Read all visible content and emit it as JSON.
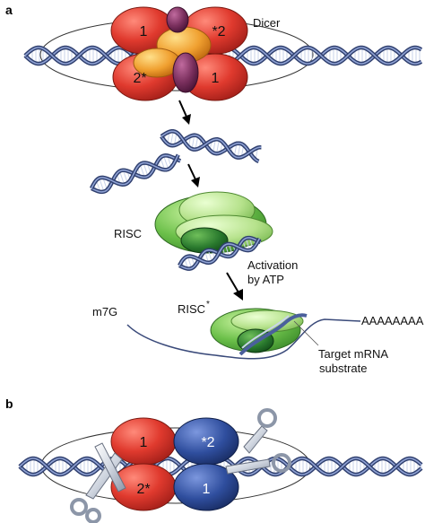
{
  "panel_a": {
    "label": "a",
    "dicer_label": "Dicer",
    "dicer_domain_labels": [
      "1",
      "*2",
      "2*",
      "1"
    ],
    "risc_label": "RISC",
    "activation_label_line1": "Activation",
    "activation_label_line2": "by ATP",
    "risc_star_label": "RISC",
    "risc_star_mark": "*",
    "cap_label": "m7G",
    "polya_label": "AAAAAAAA",
    "target_label_line1": "Target mRNA",
    "target_label_line2": "substrate"
  },
  "panel_b": {
    "label": "b",
    "domain_labels": [
      "1",
      "*2",
      "2*",
      "1"
    ]
  },
  "colors": {
    "dna_blue": "#4a5f9c",
    "dna_light": "#c9d3ea",
    "red_domain": "#e03a2e",
    "orange_domain": "#f0a030",
    "purple_domain": "#7a2f5d",
    "risc_green_light": "#b6e28c",
    "risc_green_mid": "#6cc04a",
    "risc_green_dark": "#2a7a2e",
    "blue_domain": "#2f4e9e"
  },
  "icons": [
    "dsRNA-helix",
    "dicer-enzyme",
    "arrow-down",
    "risc-complex",
    "mrna-strand",
    "scissors-icon"
  ]
}
